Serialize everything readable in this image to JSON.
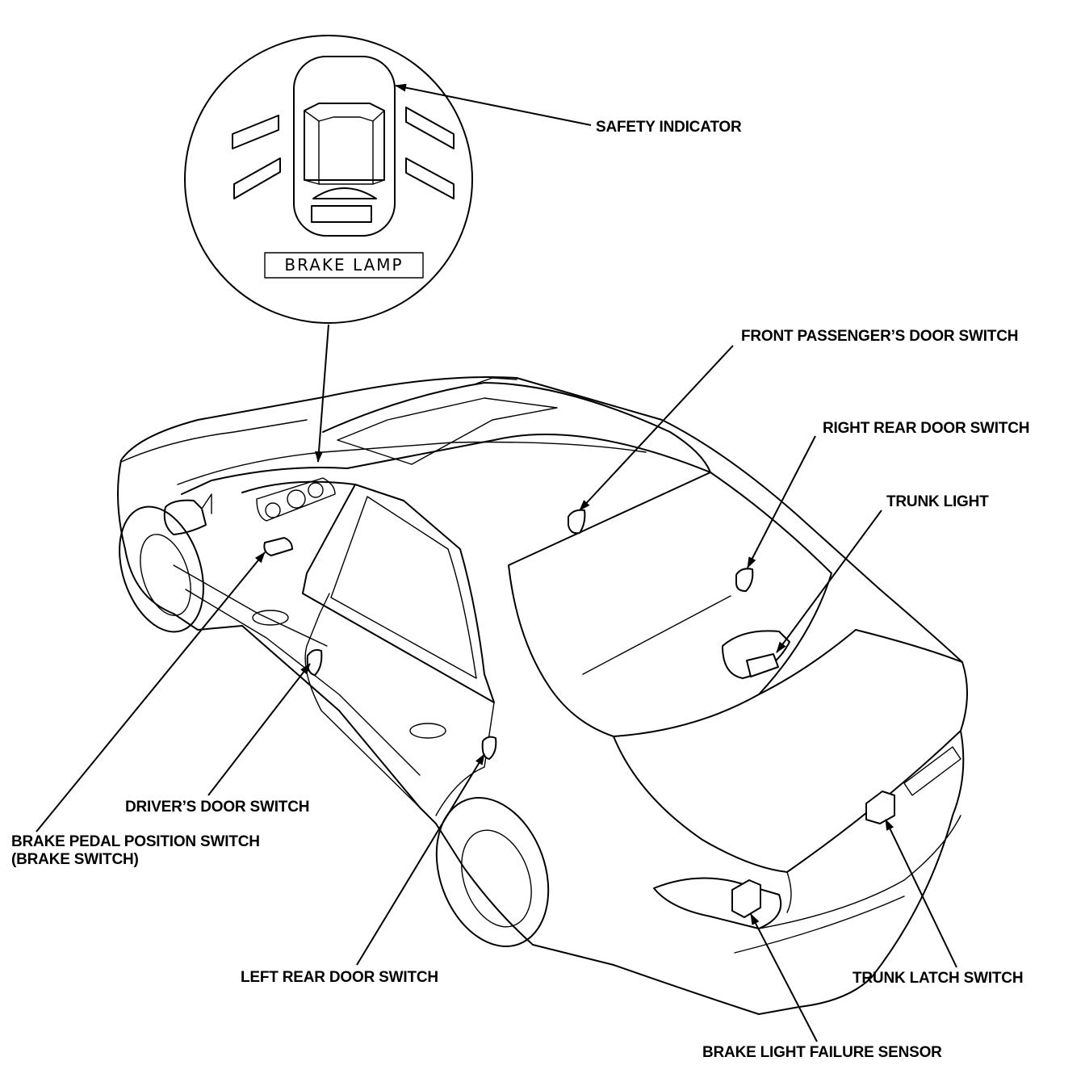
{
  "indicator_panel": {
    "lamp_label": "BRAKE LAMP"
  },
  "callouts": {
    "safety_indicator": "SAFETY INDICATOR",
    "front_passenger_door_switch": "FRONT PASSENGER’S DOOR SWITCH",
    "right_rear_door_switch": "RIGHT REAR DOOR SWITCH",
    "trunk_light": "TRUNK LIGHT",
    "drivers_door_switch": "DRIVER’S DOOR SWITCH",
    "brake_pedal_position_switch_line1": "BRAKE PEDAL POSITION SWITCH",
    "brake_pedal_position_switch_line2": "(BRAKE SWITCH)",
    "left_rear_door_switch": "LEFT REAR DOOR SWITCH",
    "trunk_latch_switch": "TRUNK LATCH SWITCH",
    "brake_light_failure_sensor": "BRAKE LIGHT FAILURE SENSOR"
  }
}
